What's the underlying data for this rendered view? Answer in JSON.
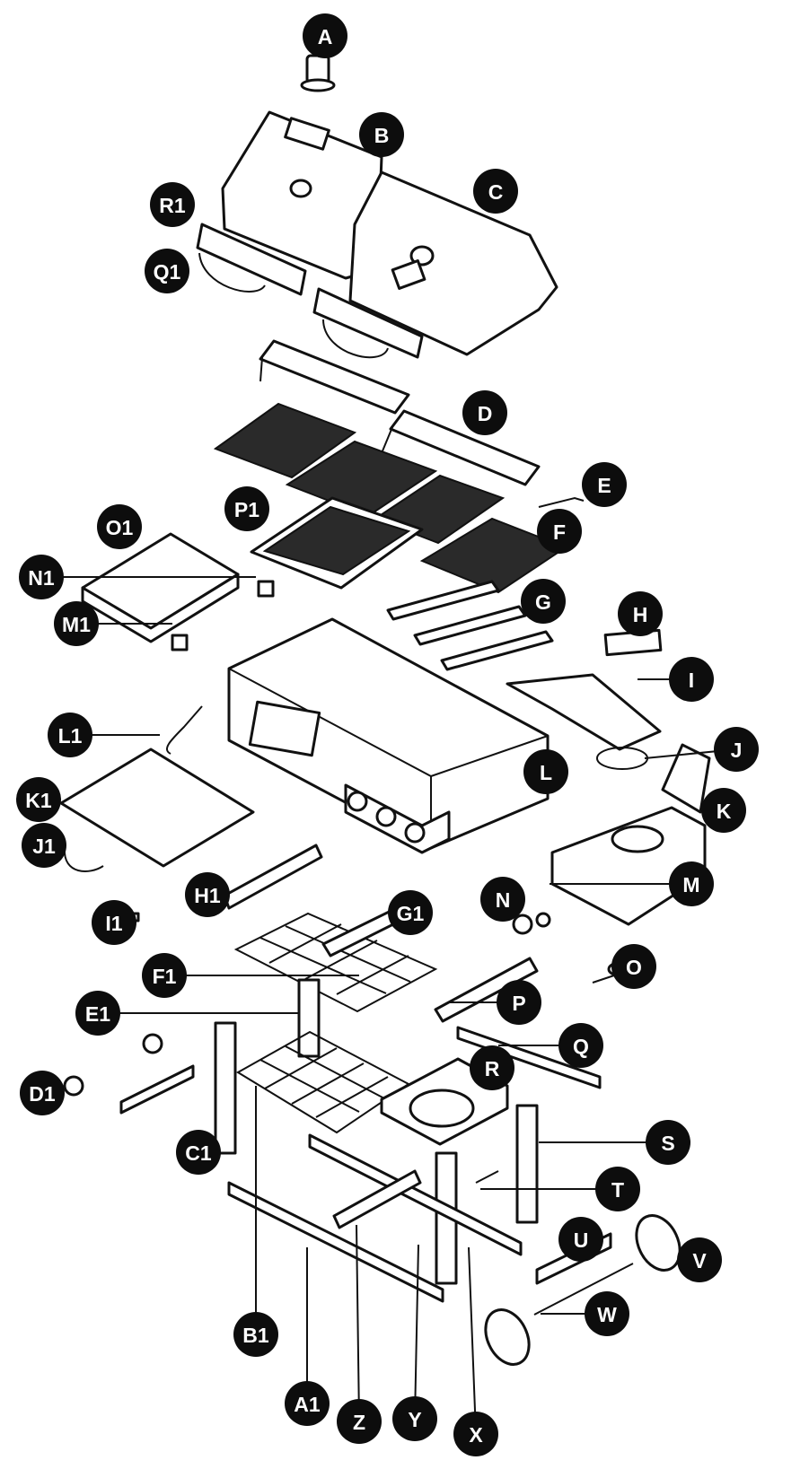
{
  "labels": [
    "A",
    "B",
    "C",
    "D",
    "E",
    "F",
    "G",
    "H",
    "I",
    "J",
    "K",
    "L",
    "M",
    "N",
    "O",
    "P",
    "Q",
    "R",
    "S",
    "T",
    "U",
    "V",
    "W",
    "X",
    "Y",
    "Z",
    "A1",
    "B1",
    "C1",
    "D1",
    "E1",
    "F1",
    "G1",
    "H1",
    "I1",
    "J1",
    "K1",
    "L1",
    "M1",
    "N1",
    "O1",
    "P1",
    "Q1",
    "R1"
  ],
  "colors": {
    "ink": "#111111",
    "badge": "#0d0d0d",
    "badge_text": "#ffffff",
    "background": "#ffffff"
  }
}
